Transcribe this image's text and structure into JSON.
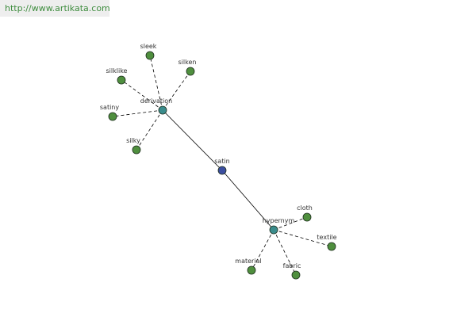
{
  "banner": {
    "text": "http://www.artikata.com"
  },
  "colors": {
    "root": "#3b4ea0",
    "hub": "#3a8c8c",
    "leaf": "#4f8f3e",
    "outline": "#1e2e1e",
    "edge": "#000000",
    "banner_text": "#3f8d3f",
    "banner_bg": "#eeeeee"
  },
  "graph": {
    "root": {
      "id": "satin",
      "label": "satin",
      "kind": "root"
    },
    "hubs": [
      {
        "id": "derivation",
        "label": "derivation",
        "kind": "hub",
        "leaves": [
          "sleek",
          "silken",
          "silklike",
          "satiny",
          "silky"
        ]
      },
      {
        "id": "hypernym",
        "label": "hypernym",
        "kind": "hub",
        "leaves": [
          "cloth",
          "textile",
          "material",
          "fabric"
        ]
      }
    ]
  }
}
